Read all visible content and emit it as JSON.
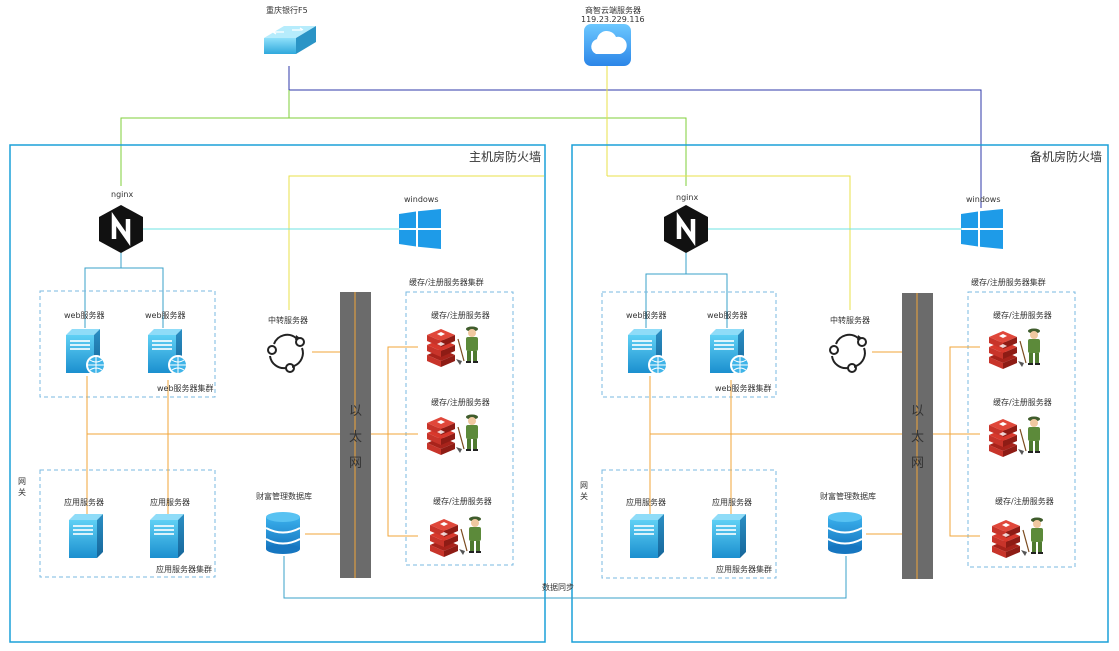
{
  "top": {
    "f5_label": "重庆银行F5",
    "cloud_label": "商智云端服务器",
    "cloud_ip": "119.23.229.116"
  },
  "main": {
    "title": "主机房防火墙",
    "nginx": "nginx",
    "windows": "windows",
    "web1": "web服务器",
    "web2": "web服务器",
    "web_cluster": "web服务器集群",
    "relay": "中转服务器",
    "cache_cluster": "缓存/注册服务器集群",
    "cache1": "缓存/注册服务器",
    "cache2": "缓存/注册服务器",
    "cache3": "缓存/注册服务器",
    "ether": [
      "以",
      "太",
      "网"
    ],
    "gateway": "网关",
    "app1": "应用服务器",
    "app2": "应用服务器",
    "app_cluster": "应用服务器集群",
    "db": "财富管理数据库"
  },
  "backup": {
    "title": "备机房防火墙",
    "nginx": "nginx",
    "windows": "windows",
    "web1": "web服务器",
    "web2": "web服务器",
    "web_cluster": "web服务器集群",
    "relay": "中转服务器",
    "cache_cluster": "缓存/注册服务器集群",
    "cache1": "缓存/注册服务器",
    "cache2": "缓存/注册服务器",
    "cache3": "缓存/注册服务器",
    "ether": [
      "以",
      "太",
      "网"
    ],
    "gateway": "网关",
    "app1": "应用服务器",
    "app2": "应用服务器",
    "app_cluster": "应用服务器集群",
    "db": "财富管理数据库"
  },
  "sync_label": "数据同步",
  "colors": {
    "firewall_border": "#1ba1d8",
    "cluster_border": "#7ab8e0",
    "green_line": "#7fcf3a",
    "yellow_line": "#e8e24a",
    "blue_line": "#2f38a8",
    "cyan_line": "#6fe3e3",
    "teal_line": "#3aa0c8",
    "orange_line": "#f2a63a",
    "ethernet_bar": "#6b6b6b"
  }
}
